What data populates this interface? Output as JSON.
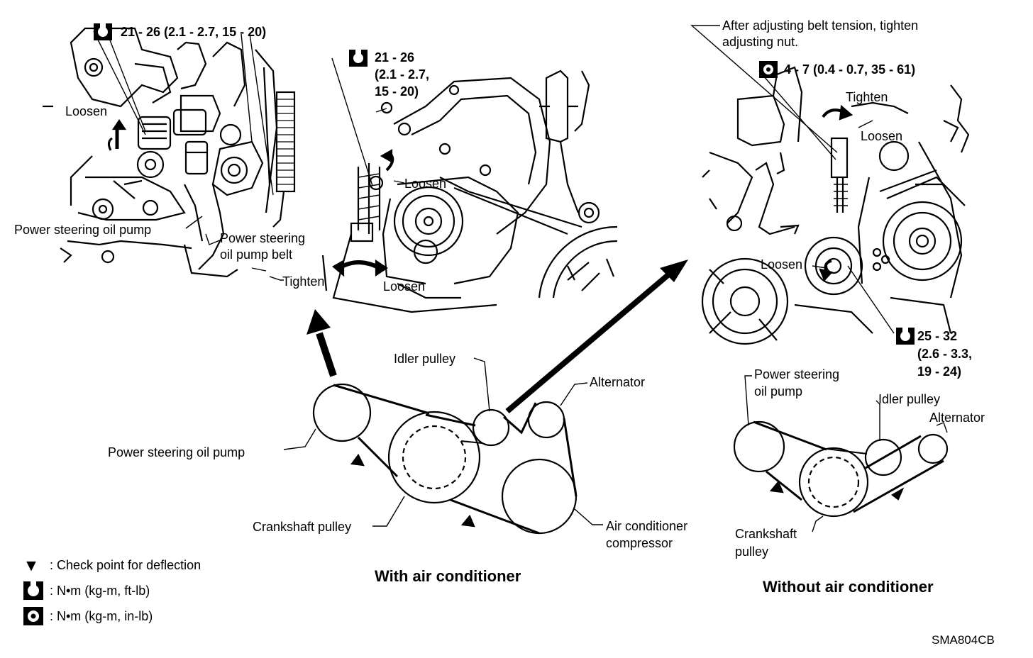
{
  "panel_left": {
    "torque_spec": "21 - 26 (2.1 - 2.7, 15 - 20)",
    "loosen": "Loosen",
    "ps_pump": "Power steering oil pump",
    "ps_belt_line1": "Power steering",
    "ps_belt_line2": "oil pump belt",
    "tighten": "Tighten",
    "loosen2": "Loosen"
  },
  "panel_mid": {
    "torque_line1": "21 - 26",
    "torque_line2": "(2.1 - 2.7,",
    "torque_line3": "15 - 20)",
    "loosen": "Loosen"
  },
  "panel_right": {
    "note_line1": "After adjusting belt tension, tighten",
    "note_line2": "adjusting nut.",
    "torque_spec": "4 - 7 (0.4 - 0.7, 35 - 61)",
    "tighten": "Tighten",
    "loosen_top": "Loosen",
    "loosen_mid": "Loosen",
    "torque2_line1": "25 - 32",
    "torque2_line2": "(2.6 - 3.3,",
    "torque2_line3": "19 - 24)"
  },
  "with_ac": {
    "heading": "With air conditioner",
    "idler": "Idler pulley",
    "alternator": "Alternator",
    "ps_pump": "Power steering oil pump",
    "crankshaft": "Crankshaft pulley",
    "ac_line1": "Air conditioner",
    "ac_line2": "compressor"
  },
  "without_ac": {
    "heading": "Without air conditioner",
    "ps_line1": "Power steering",
    "ps_line2": "oil pump",
    "idler": "Idler pulley",
    "alternator": "Alternator",
    "crank_line1": "Crankshaft",
    "crank_line2": "pulley"
  },
  "legend": {
    "check_point": ": Check point for deflection",
    "nm_ftlb": ": N•m (kg-m, ft-lb)",
    "nm_inlb": ": N•m (kg-m, in-lb)"
  },
  "figure_code": "SMA804CB"
}
